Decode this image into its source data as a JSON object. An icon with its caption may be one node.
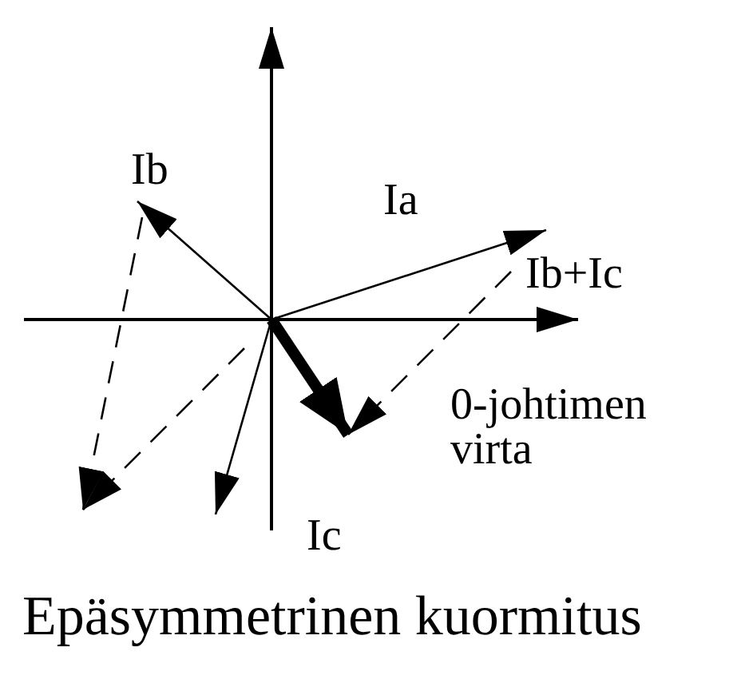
{
  "diagram": {
    "caption": "Epäsymmetrinen kuormitus",
    "labels": [
      "Ib",
      "Ia",
      "Ib+Ic",
      "0-johtimen virta",
      "Ic"
    ]
  }
}
